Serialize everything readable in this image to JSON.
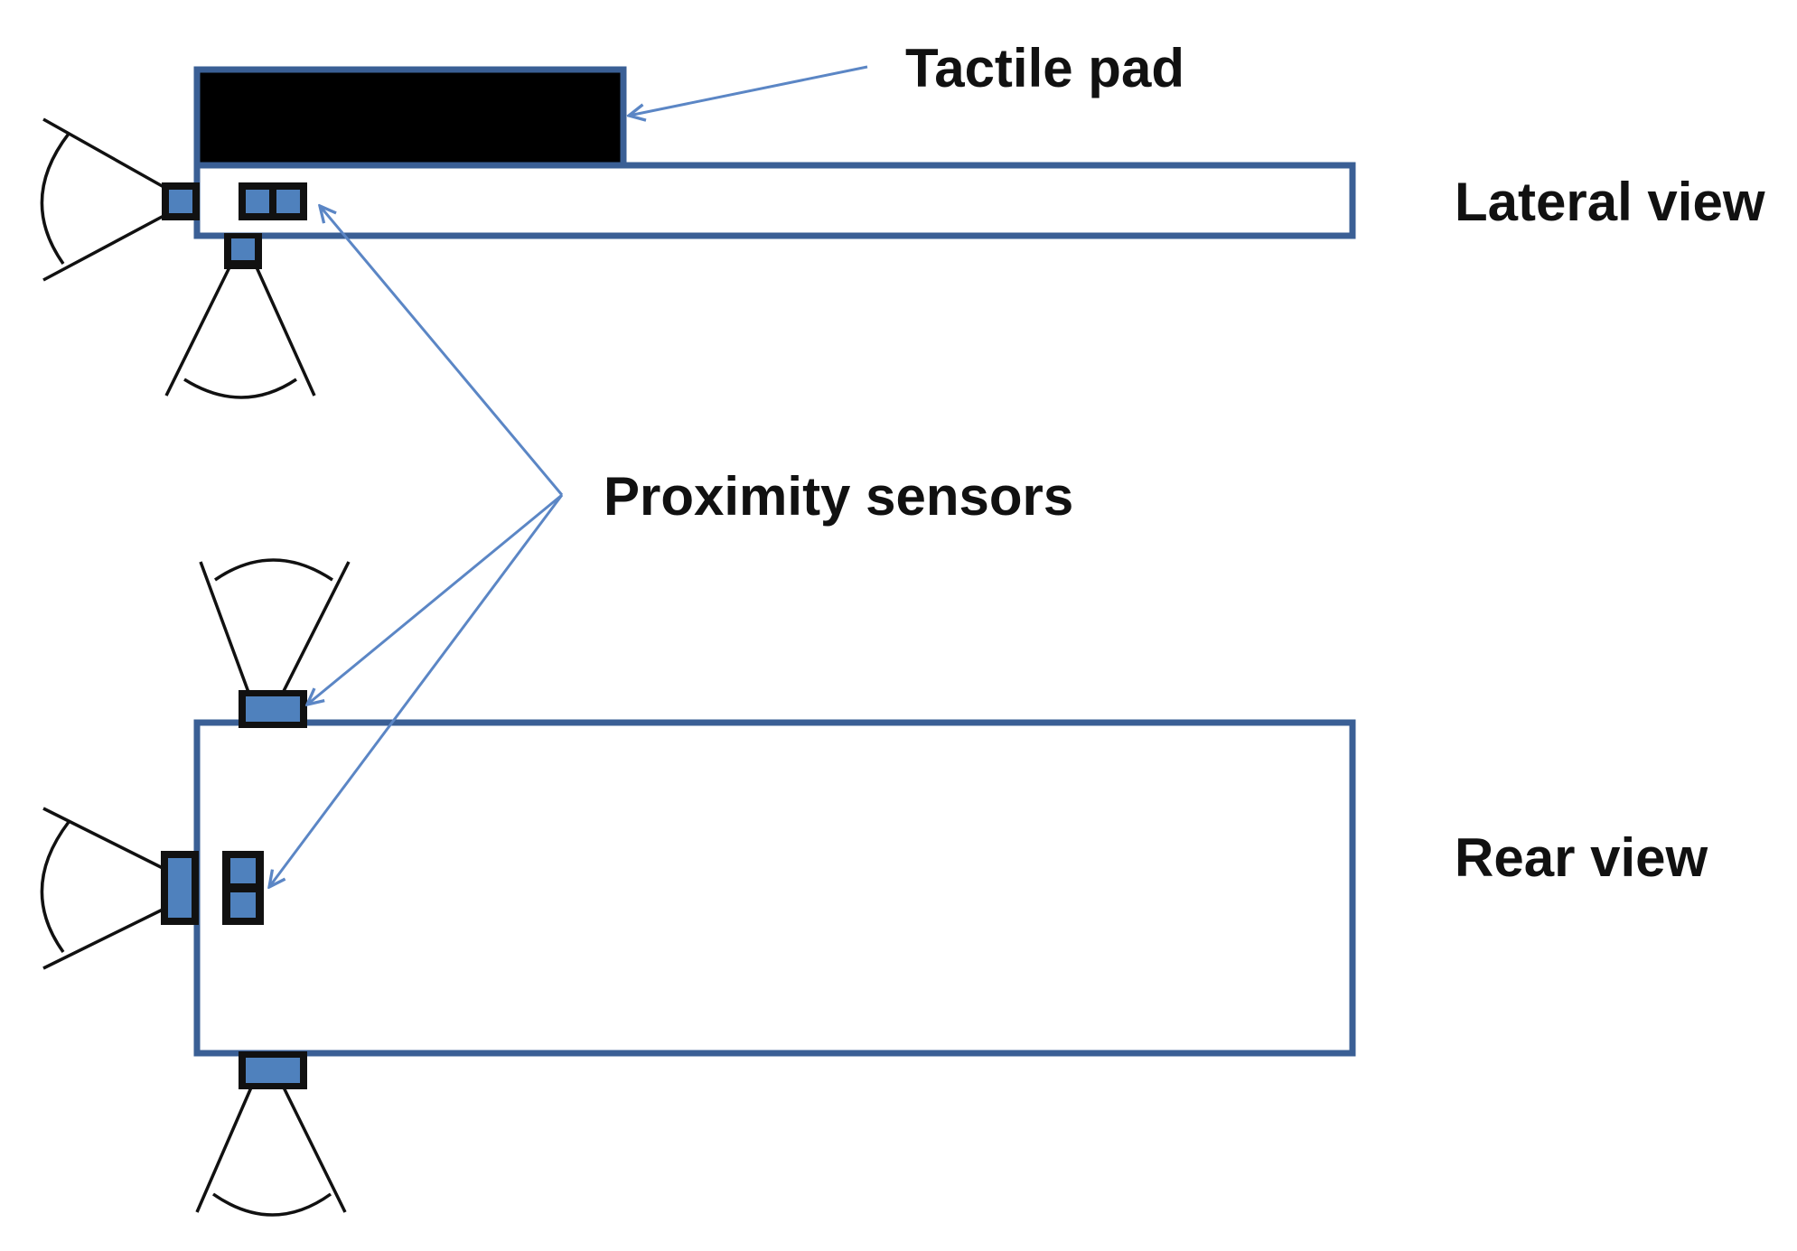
{
  "labels": {
    "tactile_pad": "Tactile pad",
    "lateral_view": "Lateral view",
    "proximity_sensors": "Proximity sensors",
    "rear_view": "Rear view"
  },
  "colors": {
    "outline": "#3a5f95",
    "sensor_fill": "#4f81bd",
    "pointer": "#5b86c5",
    "pad": "#000000"
  }
}
